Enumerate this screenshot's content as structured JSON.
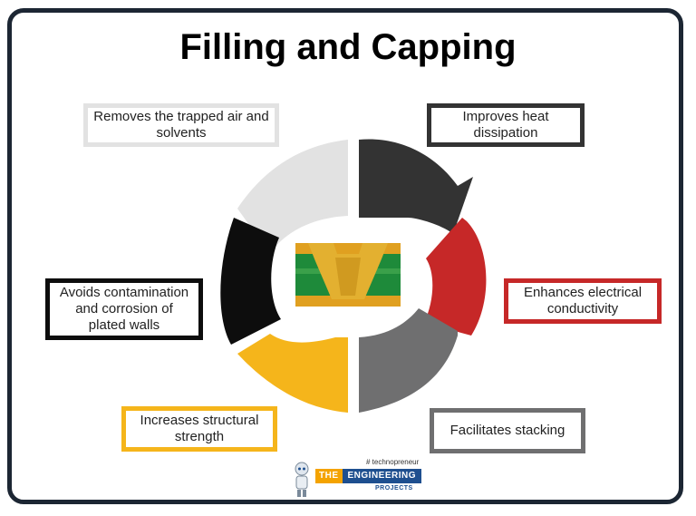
{
  "title": "Filling and Capping",
  "boxes": {
    "top_left": "Removes the trapped air and solvents",
    "top_right": "Improves heat dissipation",
    "mid_left": "Avoids contamination and corrosion of plated walls",
    "mid_right": "Enhances electrical conductivity",
    "bottom_left": "Increases structural strength",
    "bottom_right": "Facilitates stacking"
  },
  "colors": {
    "light_gray": "#e2e2e2",
    "dark_gray": "#333333",
    "red": "#c62828",
    "medium_gray": "#6f6f70",
    "yellow": "#f5b51b",
    "black": "#0d0d0d"
  },
  "logo": {
    "tagline": "# technopreneur",
    "the": "THE",
    "engineering": "ENGINEERING",
    "projects": "PROJECTS"
  }
}
